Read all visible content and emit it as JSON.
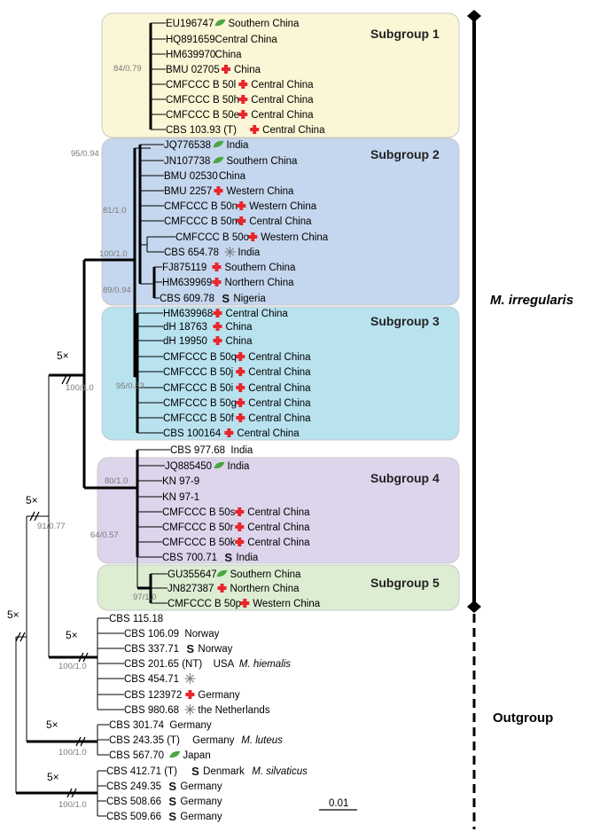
{
  "groups": {
    "clade_label": "M. irregularis",
    "outgroup_label": "Outgroup",
    "subgroups": [
      {
        "label": "Subgroup 1",
        "fill": "#fbf6d5"
      },
      {
        "label": "Subgroup 2",
        "fill": "#c5d7ee"
      },
      {
        "label": "Subgroup 3",
        "fill": "#b9e2ef"
      },
      {
        "label": "Subgroup 4",
        "fill": "#ddd5ec"
      },
      {
        "label": "Subgroup 5",
        "fill": "#dcedd2"
      }
    ]
  },
  "marker_colors": {
    "cross": "#e8262c",
    "leaf": "#4aa640",
    "star": "#7a7a7a",
    "s": "#111111"
  },
  "leaves": [
    {
      "name": "EU196747",
      "marker": "leaf",
      "loc": "Southern China"
    },
    {
      "name": "HQ891659",
      "marker": "",
      "loc": "Central China"
    },
    {
      "name": "HM639970",
      "marker": "",
      "loc": "China"
    },
    {
      "name": "BMU 02705",
      "marker": "cross",
      "loc": "China"
    },
    {
      "name": "CMFCCC B 50l",
      "marker": "cross",
      "loc": "Central China"
    },
    {
      "name": "CMFCCC B 50h",
      "marker": "cross",
      "loc": "Central China"
    },
    {
      "name": "CMFCCC B 50e",
      "marker": "cross",
      "loc": "Central China"
    },
    {
      "name": "CBS 103.93 (T)",
      "marker": "cross",
      "loc": "Central China"
    },
    {
      "name": "JQ776538",
      "marker": "leaf",
      "loc": "India"
    },
    {
      "name": "JN107738",
      "marker": "leaf",
      "loc": "Southern China"
    },
    {
      "name": "BMU 02530",
      "marker": "",
      "loc": "China"
    },
    {
      "name": "BMU 2257",
      "marker": "cross",
      "loc": "Western China"
    },
    {
      "name": "CMFCCC B 50n",
      "marker": "cross",
      "loc": "Western China"
    },
    {
      "name": "CMFCCC B 50m",
      "marker": "cross",
      "loc": "Central China"
    },
    {
      "name": "CMFCCC B 50o",
      "marker": "cross",
      "loc": "Western China"
    },
    {
      "name": "CBS 654.78",
      "marker": "star",
      "loc": "India"
    },
    {
      "name": "FJ875119",
      "marker": "cross",
      "loc": "Southern China"
    },
    {
      "name": "HM639969",
      "marker": "cross",
      "loc": "Northern China"
    },
    {
      "name": "CBS 609.78",
      "marker": "s",
      "loc": "Nigeria"
    },
    {
      "name": "HM639968",
      "marker": "cross",
      "loc": "Central China"
    },
    {
      "name": "dH 18763",
      "marker": "cross",
      "loc": "China"
    },
    {
      "name": "dH 19950",
      "marker": "cross",
      "loc": "China"
    },
    {
      "name": "CMFCCC B 50q",
      "marker": "cross",
      "loc": "Central China"
    },
    {
      "name": "CMFCCC B 50j",
      "marker": "cross",
      "loc": "Central China"
    },
    {
      "name": "CMFCCC B 50i",
      "marker": "cross",
      "loc": "Central China"
    },
    {
      "name": "CMFCCC B 50g",
      "marker": "cross",
      "loc": "Central China"
    },
    {
      "name": "CMFCCC B 50f",
      "marker": "cross",
      "loc": "Central China"
    },
    {
      "name": "CBS 100164",
      "marker": "cross",
      "loc": "Central China"
    },
    {
      "name": "CBS 977.68",
      "marker": "",
      "loc": "India"
    },
    {
      "name": "JQ885450",
      "marker": "leaf",
      "loc": "India"
    },
    {
      "name": "KN 97-9",
      "marker": "",
      "loc": ""
    },
    {
      "name": "KN 97-1",
      "marker": "",
      "loc": ""
    },
    {
      "name": "CMFCCC B 50s",
      "marker": "cross",
      "loc": "Central China"
    },
    {
      "name": "CMFCCC B 50r",
      "marker": "cross",
      "loc": "Central China"
    },
    {
      "name": "CMFCCC B 50k",
      "marker": "cross",
      "loc": "Central China"
    },
    {
      "name": "CBS 700.71",
      "marker": "s",
      "loc": "India"
    },
    {
      "name": "GU355647",
      "marker": "leaf",
      "loc": "Southern China"
    },
    {
      "name": "JN827387",
      "marker": "cross",
      "loc": "Northern China"
    },
    {
      "name": "CMFCCC B 50p",
      "marker": "cross",
      "loc": "Western China"
    },
    {
      "name": "CBS 115.18",
      "marker": "",
      "loc": ""
    },
    {
      "name": "CBS 106.09",
      "marker": "",
      "loc": "Norway"
    },
    {
      "name": "CBS 337.71",
      "marker": "s",
      "loc": "Norway"
    },
    {
      "name": "CBS 201.65 (NT)",
      "marker": "",
      "loc": "USA",
      "species": "M. hiemalis"
    },
    {
      "name": "CBS 454.71",
      "marker": "star",
      "loc": ""
    },
    {
      "name": "CBS 123972",
      "marker": "cross",
      "loc": "Germany"
    },
    {
      "name": "CBS 980.68",
      "marker": "star",
      "loc": "the Netherlands"
    },
    {
      "name": "CBS 301.74",
      "marker": "",
      "loc": "Germany"
    },
    {
      "name": "CBS 243.35 (T)",
      "marker": "",
      "loc": "Germany",
      "species": "M. luteus"
    },
    {
      "name": "CBS 567.70",
      "marker": "leaf",
      "loc": "Japan"
    },
    {
      "name": "CBS 412.71 (T)",
      "marker": "s",
      "loc": "Denmark",
      "species": "M. silvaticus"
    },
    {
      "name": "CBS 249.35",
      "marker": "s",
      "loc": "Germany"
    },
    {
      "name": "CBS 508.66",
      "marker": "s",
      "loc": "Germany"
    },
    {
      "name": "CBS 509.66",
      "marker": "s",
      "loc": "Germany"
    }
  ],
  "supports": [
    "84/0.79",
    "95/0.94",
    "81/1.0",
    "100/1.0",
    "89/0.94",
    "95/0.83",
    "100/1.0",
    "80/1.0",
    "64/0.57",
    "91/0.77",
    "97/1.0",
    "100/1.0",
    "100/1.0",
    "100/1.0"
  ],
  "cuts": [
    "5×",
    "5×",
    "5×",
    "5×",
    "5×",
    "5×"
  ],
  "scale": "0.01"
}
